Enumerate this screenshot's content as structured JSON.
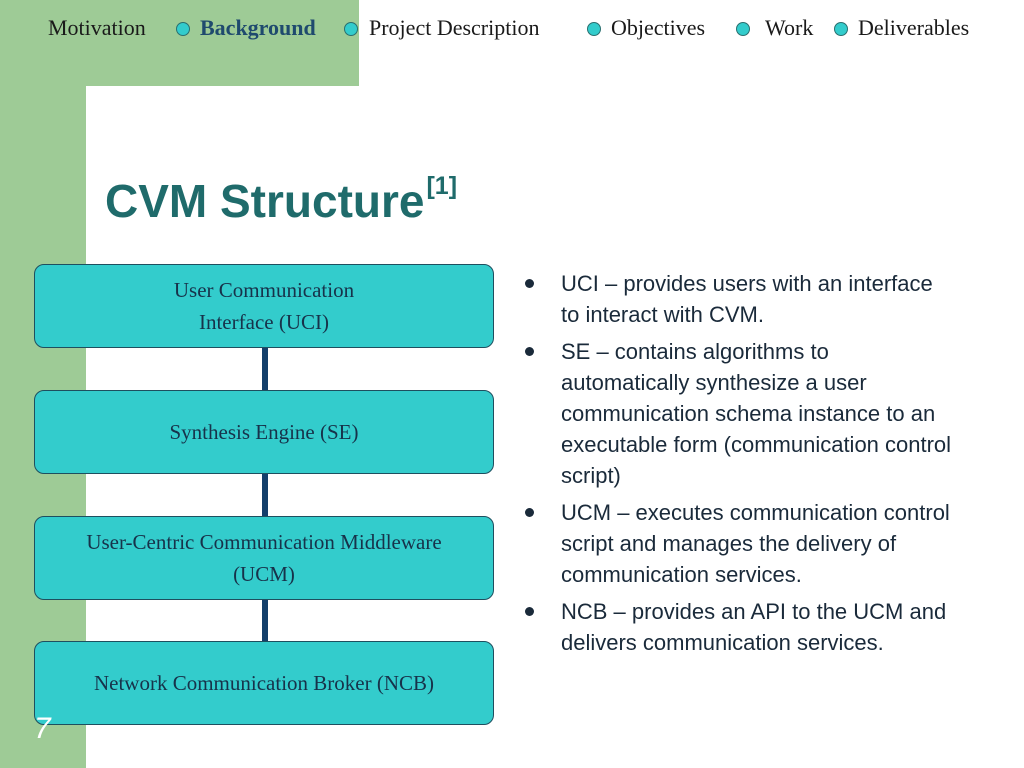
{
  "nav": {
    "items": [
      {
        "label": "Motivation",
        "active": false
      },
      {
        "label": "Background",
        "active": true
      },
      {
        "label": "Project Description",
        "active": false
      },
      {
        "label": "Objectives",
        "active": false
      },
      {
        "label": "Work",
        "active": false
      },
      {
        "label": "Deliverables",
        "active": false
      }
    ]
  },
  "title": {
    "text": "CVM Structure",
    "citation": "[1]"
  },
  "diagram": {
    "boxes": [
      {
        "label": "User Communication\nInterface (UCI)"
      },
      {
        "label": "Synthesis Engine (SE)"
      },
      {
        "label": "User-Centric Communication Middleware\n(UCM)"
      },
      {
        "label": "Network Communication Broker (NCB)"
      }
    ]
  },
  "bullets": [
    {
      "text": "UCI – provides users with an interface to interact with CVM."
    },
    {
      "text": "SE – contains algorithms to automatically synthesize a user communication schema instance to an executable form (communication control script)"
    },
    {
      "text": "UCM – executes communication control script and manages the delivery of communication services."
    },
    {
      "text": "NCB – provides an API to the UCM and delivers communication services."
    }
  ],
  "slide_number": "7",
  "colors": {
    "accent_green": "#9ecb96",
    "box_fill": "#33cccc",
    "title": "#1f6b6b",
    "connector": "#143f6b"
  }
}
